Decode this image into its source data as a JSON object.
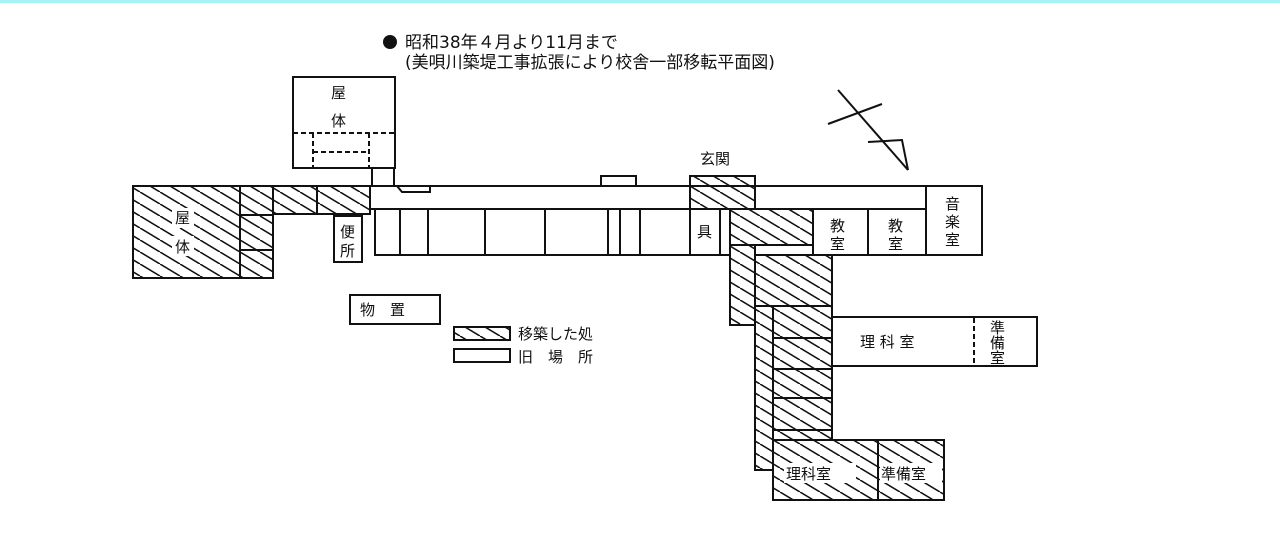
{
  "title": {
    "line1": "昭和38年４月より11月まで",
    "line2": "(美唄川築堤工事拡張により校舎一部移転平面図)"
  },
  "rooms": {
    "old_gym_1": "屋",
    "old_gym_2": "体",
    "new_gym_1": "屋",
    "new_gym_2": "体",
    "entrance": "玄関",
    "toilet_1": "便",
    "toilet_2": "所",
    "storage": "物　置",
    "tool": "具",
    "classroom_a_1": "教",
    "classroom_a_2": "室",
    "classroom_b_1": "教",
    "classroom_b_2": "室",
    "music_1": "音",
    "music_2": "楽",
    "music_3": "室",
    "science_old": "理 科 室",
    "prep_old_1": "準",
    "prep_old_2": "備",
    "prep_old_3": "室",
    "science_new": "理科室",
    "prep_new": "準備室"
  },
  "legend": {
    "moved": "移築した処",
    "old": "旧　場　所"
  },
  "colors": {
    "top_border": "#a8f4f4",
    "ink": "#111111"
  }
}
